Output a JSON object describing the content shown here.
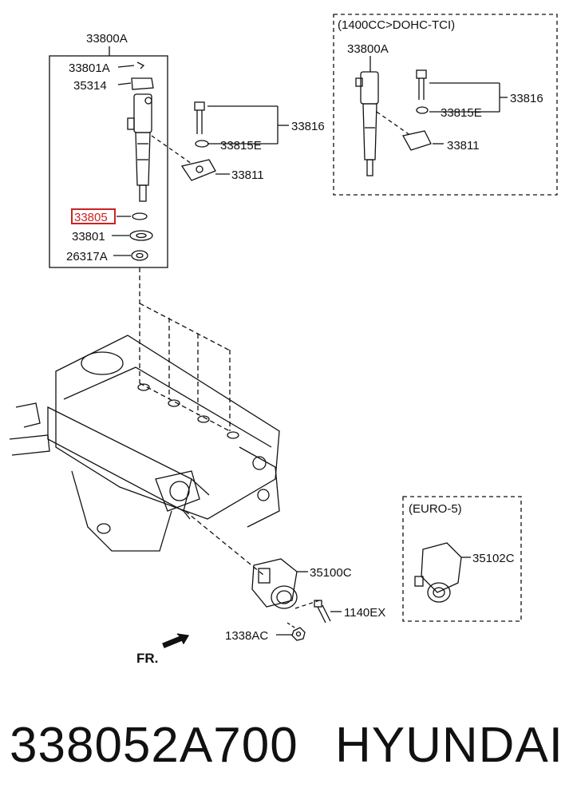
{
  "diagram": {
    "labels": {
      "assembly_main": "33800A",
      "clip": "33801A",
      "bracket_clip": "35314",
      "bolt_group": "33816",
      "washer_e": "33815E",
      "clamp": "33811",
      "oring": "33805",
      "washer": "33801",
      "seal": "26317A",
      "variant_header": "(1400CC>DOHC-TCI)",
      "assembly_variant": "33800A",
      "bolt_group_variant": "33816",
      "washer_e_variant": "33815E",
      "clamp_variant": "33811",
      "throttle_body": "35100C",
      "bolt": "1140EX",
      "nut": "1338AC",
      "front_arrow": "FR.",
      "euro_header": "(EURO-5)",
      "actuator": "35102C"
    },
    "highlight_color": "#cc2222"
  },
  "caption": {
    "part_number": "338052A700",
    "brand": "HYUNDAI"
  }
}
